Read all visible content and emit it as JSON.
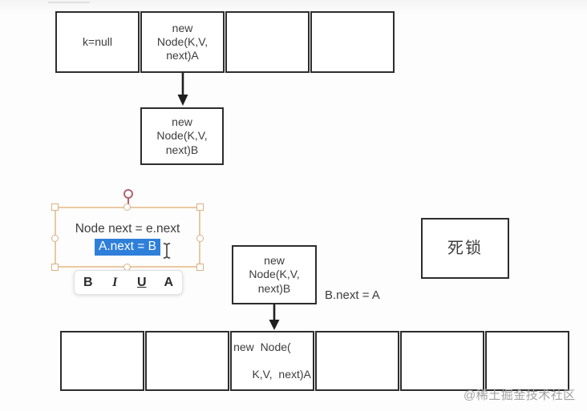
{
  "colors": {
    "shape_border": "#2d2d2d",
    "text": "#3c3c3c",
    "selection_border": "#eac9a0",
    "rotation_handle": "#b2636f",
    "text_highlight": "#2e7fd9",
    "highlight_text": "#ffffff",
    "watermark": "#a2a2a2"
  },
  "top_row": {
    "cells": [
      {
        "lines": [
          "k=null"
        ]
      },
      {
        "lines": [
          "new",
          "Node(K,V,",
          "next)A"
        ]
      },
      {
        "lines": []
      },
      {
        "lines": []
      }
    ]
  },
  "node_box_b1": {
    "lines": [
      "new",
      "Node(K,V,",
      "next)B"
    ]
  },
  "editor": {
    "line1": "Node next = e.next",
    "line2_selected": "A.next = B"
  },
  "toolbar": {
    "bold_label": "B",
    "italic_label": "I",
    "underline_label": "U",
    "font_label": "A"
  },
  "node_box_b2": {
    "lines": [
      "new",
      "Node(K,V,",
      "next)B"
    ]
  },
  "annotation": {
    "text": "B.next = A"
  },
  "deadlock_box": {
    "label": "死锁"
  },
  "bottom_row": {
    "cells": [
      {
        "lines": []
      },
      {
        "lines": []
      },
      {
        "lines": [
          "new  Node(",
          "K,V,  next)A"
        ]
      },
      {
        "lines": []
      },
      {
        "lines": []
      },
      {
        "lines": []
      }
    ]
  },
  "watermark": {
    "text": "@稀土掘金技术社区"
  }
}
